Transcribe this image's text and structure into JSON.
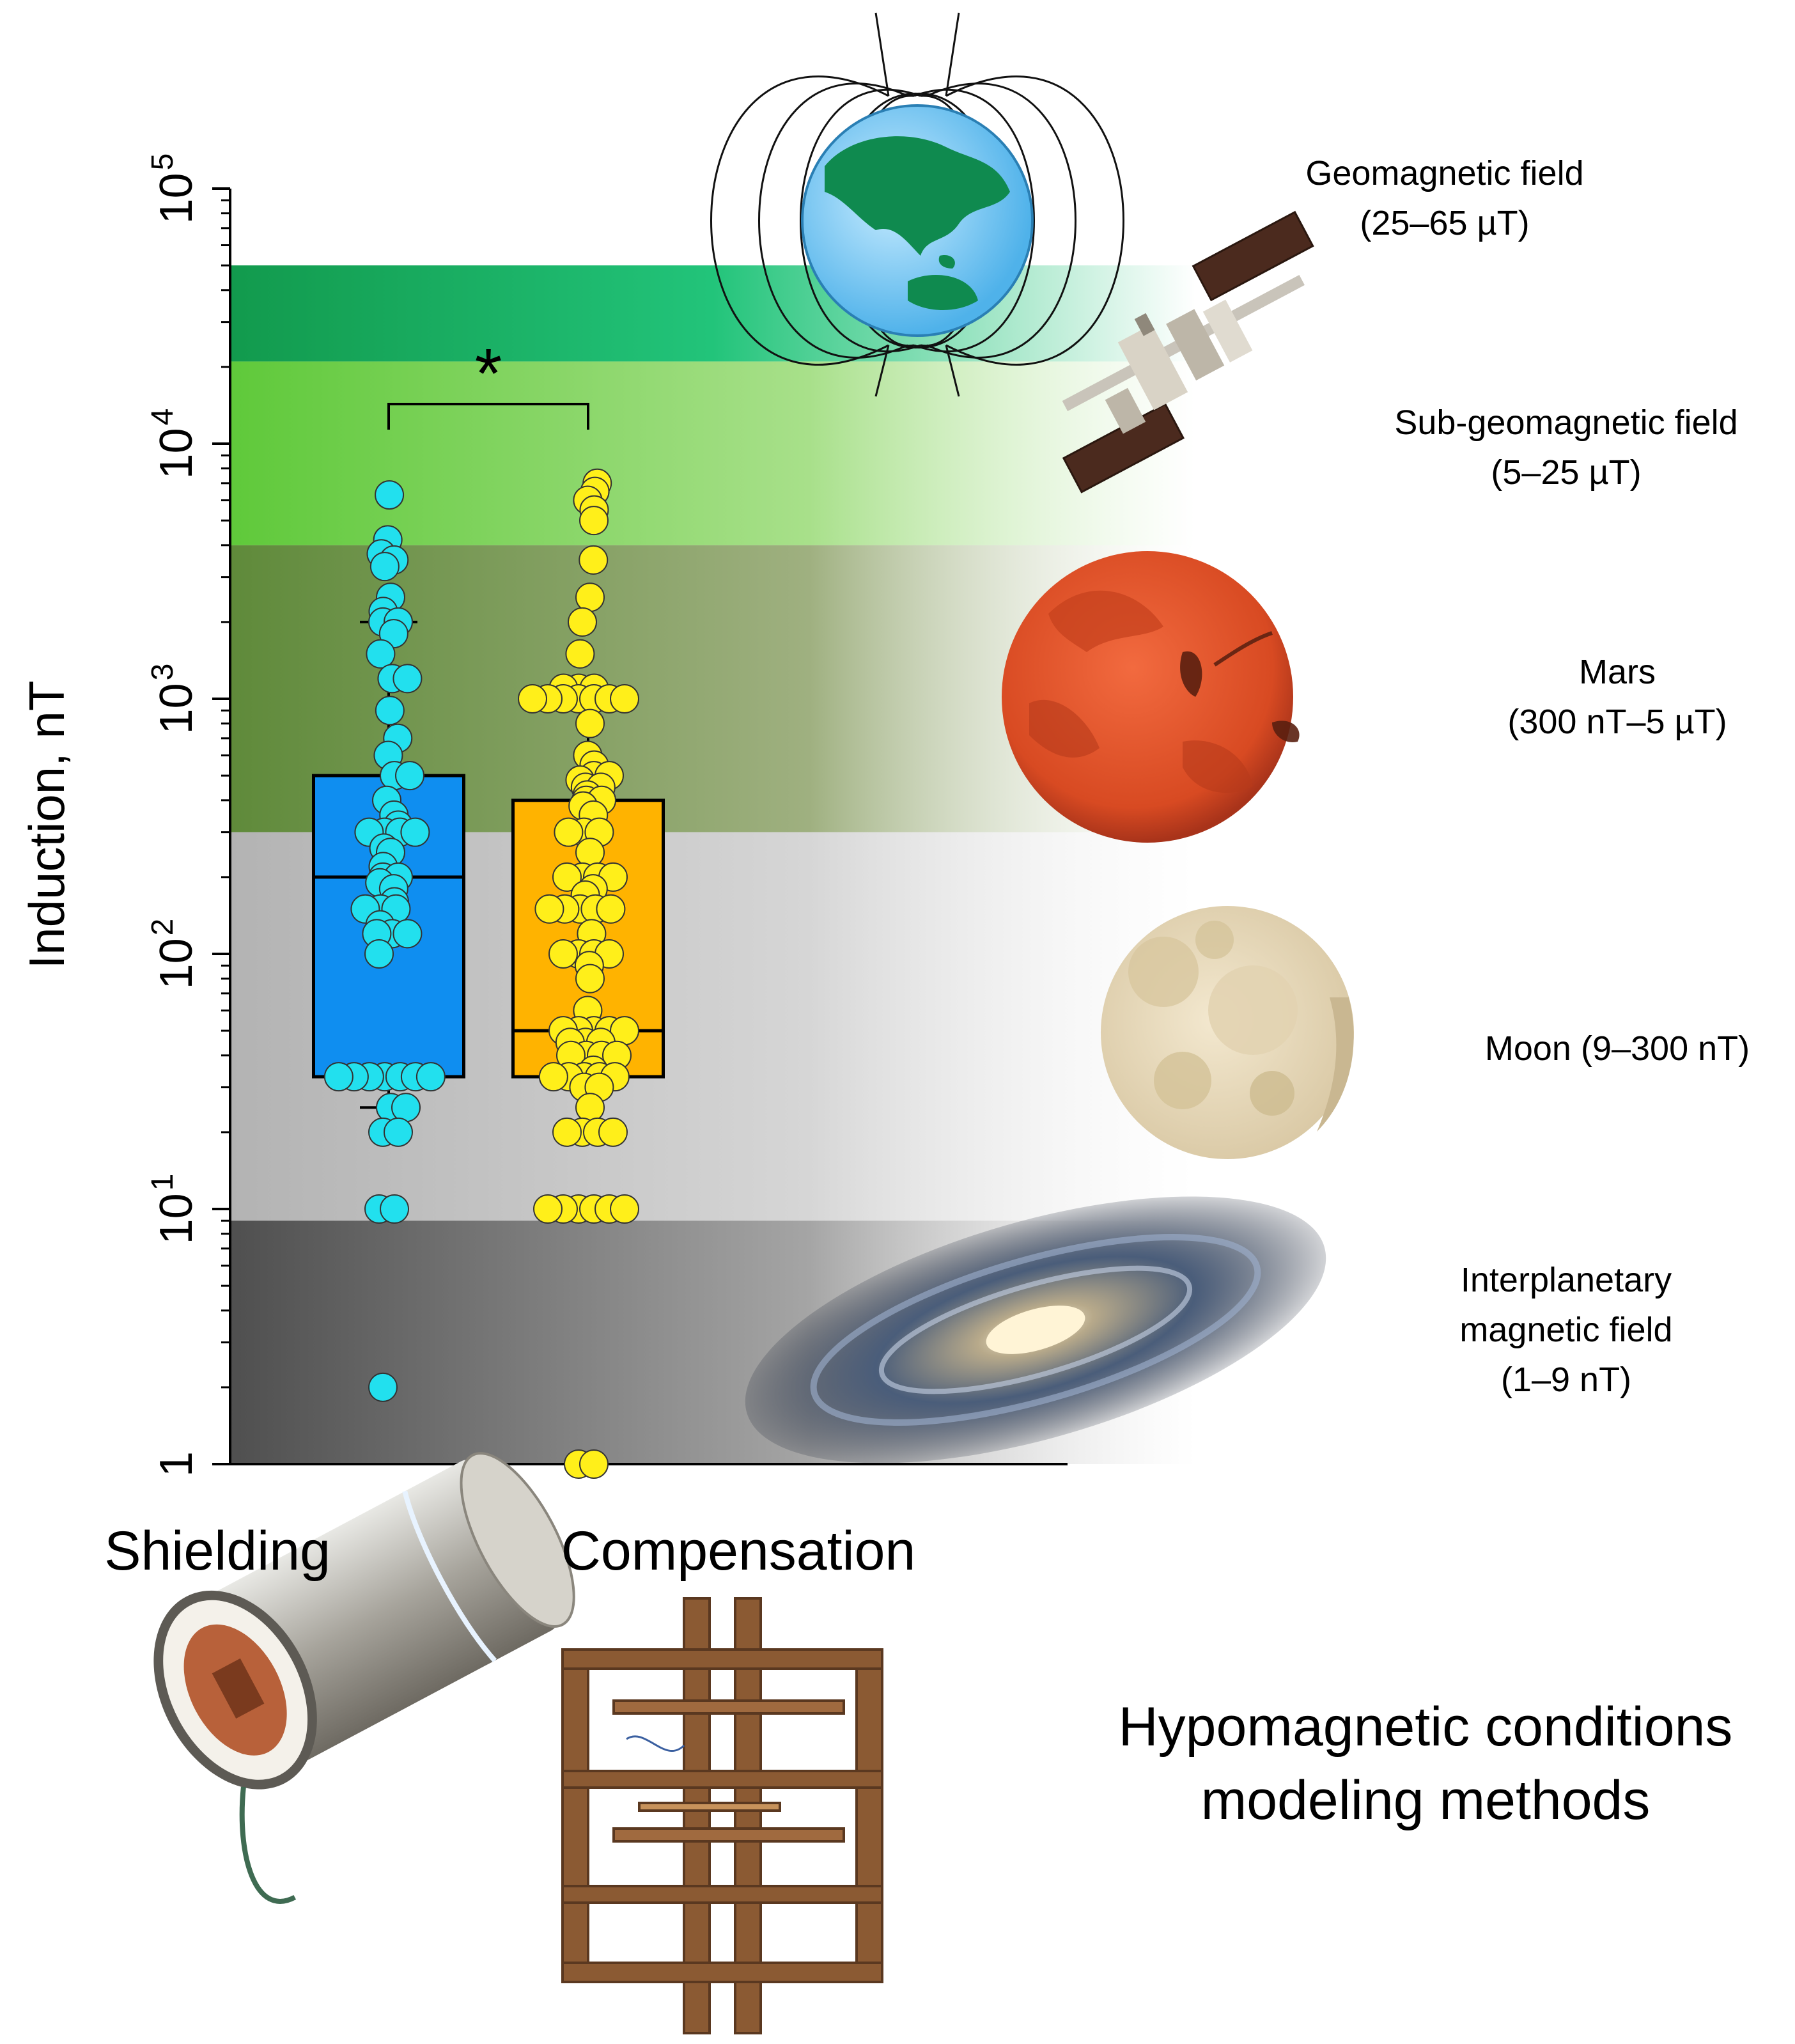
{
  "chart_data": {
    "type": "box",
    "ylabel": "Induction, nT",
    "yscale": "log",
    "ylim": [
      1,
      100000
    ],
    "ticks": [
      {
        "base": "1",
        "exp": ""
      },
      {
        "base": "10",
        "exp": "1"
      },
      {
        "base": "10",
        "exp": "2"
      },
      {
        "base": "10",
        "exp": "3"
      },
      {
        "base": "10",
        "exp": "4"
      },
      {
        "base": "10",
        "exp": "5"
      }
    ],
    "zones": [
      {
        "label_lines": [
          "Geomagnetic field",
          "(25–65 µT)"
        ],
        "range": [
          21000,
          50000
        ],
        "color": "#1faa5e"
      },
      {
        "label_lines": [
          "Sub-geomagnetic field",
          "(5–25 µT)"
        ],
        "range": [
          4000,
          21000
        ],
        "color": "#6fcf4a"
      },
      {
        "label_lines": [
          "Mars",
          "(300 nT–5 µT)"
        ],
        "range": [
          300,
          4000
        ],
        "color": "#6d8f45"
      },
      {
        "label_lines": [
          "Moon (9–300 nT)"
        ],
        "range": [
          9,
          300
        ],
        "color": "#bdbdbd"
      },
      {
        "label_lines": [
          "Interplanetary",
          "magnetic field",
          "(1–9 nT)"
        ],
        "range": [
          1,
          9
        ],
        "color": "#5f5f5f"
      }
    ],
    "groups": [
      {
        "name": "Shielding",
        "box_color": "#0f8ef0",
        "dot_color": "#22e0ee",
        "q1": 33,
        "median": 200,
        "q3": 500,
        "whisker_low": 25,
        "whisker_high": 2000,
        "points": [
          6300,
          4200,
          3700,
          3500,
          3300,
          2500,
          2200,
          2000,
          2000,
          1800,
          1500,
          1200,
          1200,
          900,
          700,
          600,
          500,
          500,
          400,
          350,
          320,
          300,
          300,
          300,
          300,
          260,
          250,
          220,
          200,
          200,
          190,
          180,
          160,
          150,
          150,
          150,
          130,
          120,
          120,
          120,
          100,
          33,
          33,
          33,
          33,
          33,
          33,
          33,
          25,
          25,
          20,
          20,
          10,
          10,
          2
        ]
      },
      {
        "name": "Compensation",
        "box_color": "#ffb300",
        "dot_color": "#ffef1a",
        "q1": 33,
        "median": 50,
        "q3": 400,
        "whisker_low": 20,
        "whisker_high": 1000,
        "points": [
          7000,
          6500,
          6000,
          5500,
          5000,
          3500,
          2500,
          2000,
          1500,
          1100,
          1100,
          1100,
          1000,
          1000,
          1000,
          1000,
          1000,
          1000,
          1000,
          800,
          600,
          550,
          500,
          500,
          480,
          450,
          450,
          420,
          400,
          400,
          380,
          350,
          300,
          300,
          300,
          250,
          200,
          200,
          200,
          200,
          180,
          170,
          150,
          150,
          150,
          150,
          150,
          120,
          100,
          100,
          100,
          100,
          90,
          80,
          60,
          50,
          50,
          50,
          50,
          50,
          45,
          45,
          45,
          40,
          40,
          40,
          40,
          35,
          33,
          33,
          33,
          33,
          33,
          30,
          30,
          25,
          20,
          20,
          20,
          20,
          10,
          10,
          10,
          10,
          10,
          10,
          1,
          1
        ]
      }
    ],
    "significance": {
      "label": "*",
      "between": [
        "Shielding",
        "Compensation"
      ]
    }
  },
  "caption": {
    "line1": "Hypomagnetic conditions",
    "line2": "modeling methods"
  },
  "icons": {
    "earth": "earth-magnetic-field-icon",
    "station": "space-station-icon",
    "mars": "mars-planet-icon",
    "moon": "moon-icon",
    "galaxy": "galaxy-icon",
    "shield": "shielding-cylinder-icon",
    "coil": "compensation-coil-frame-icon"
  }
}
